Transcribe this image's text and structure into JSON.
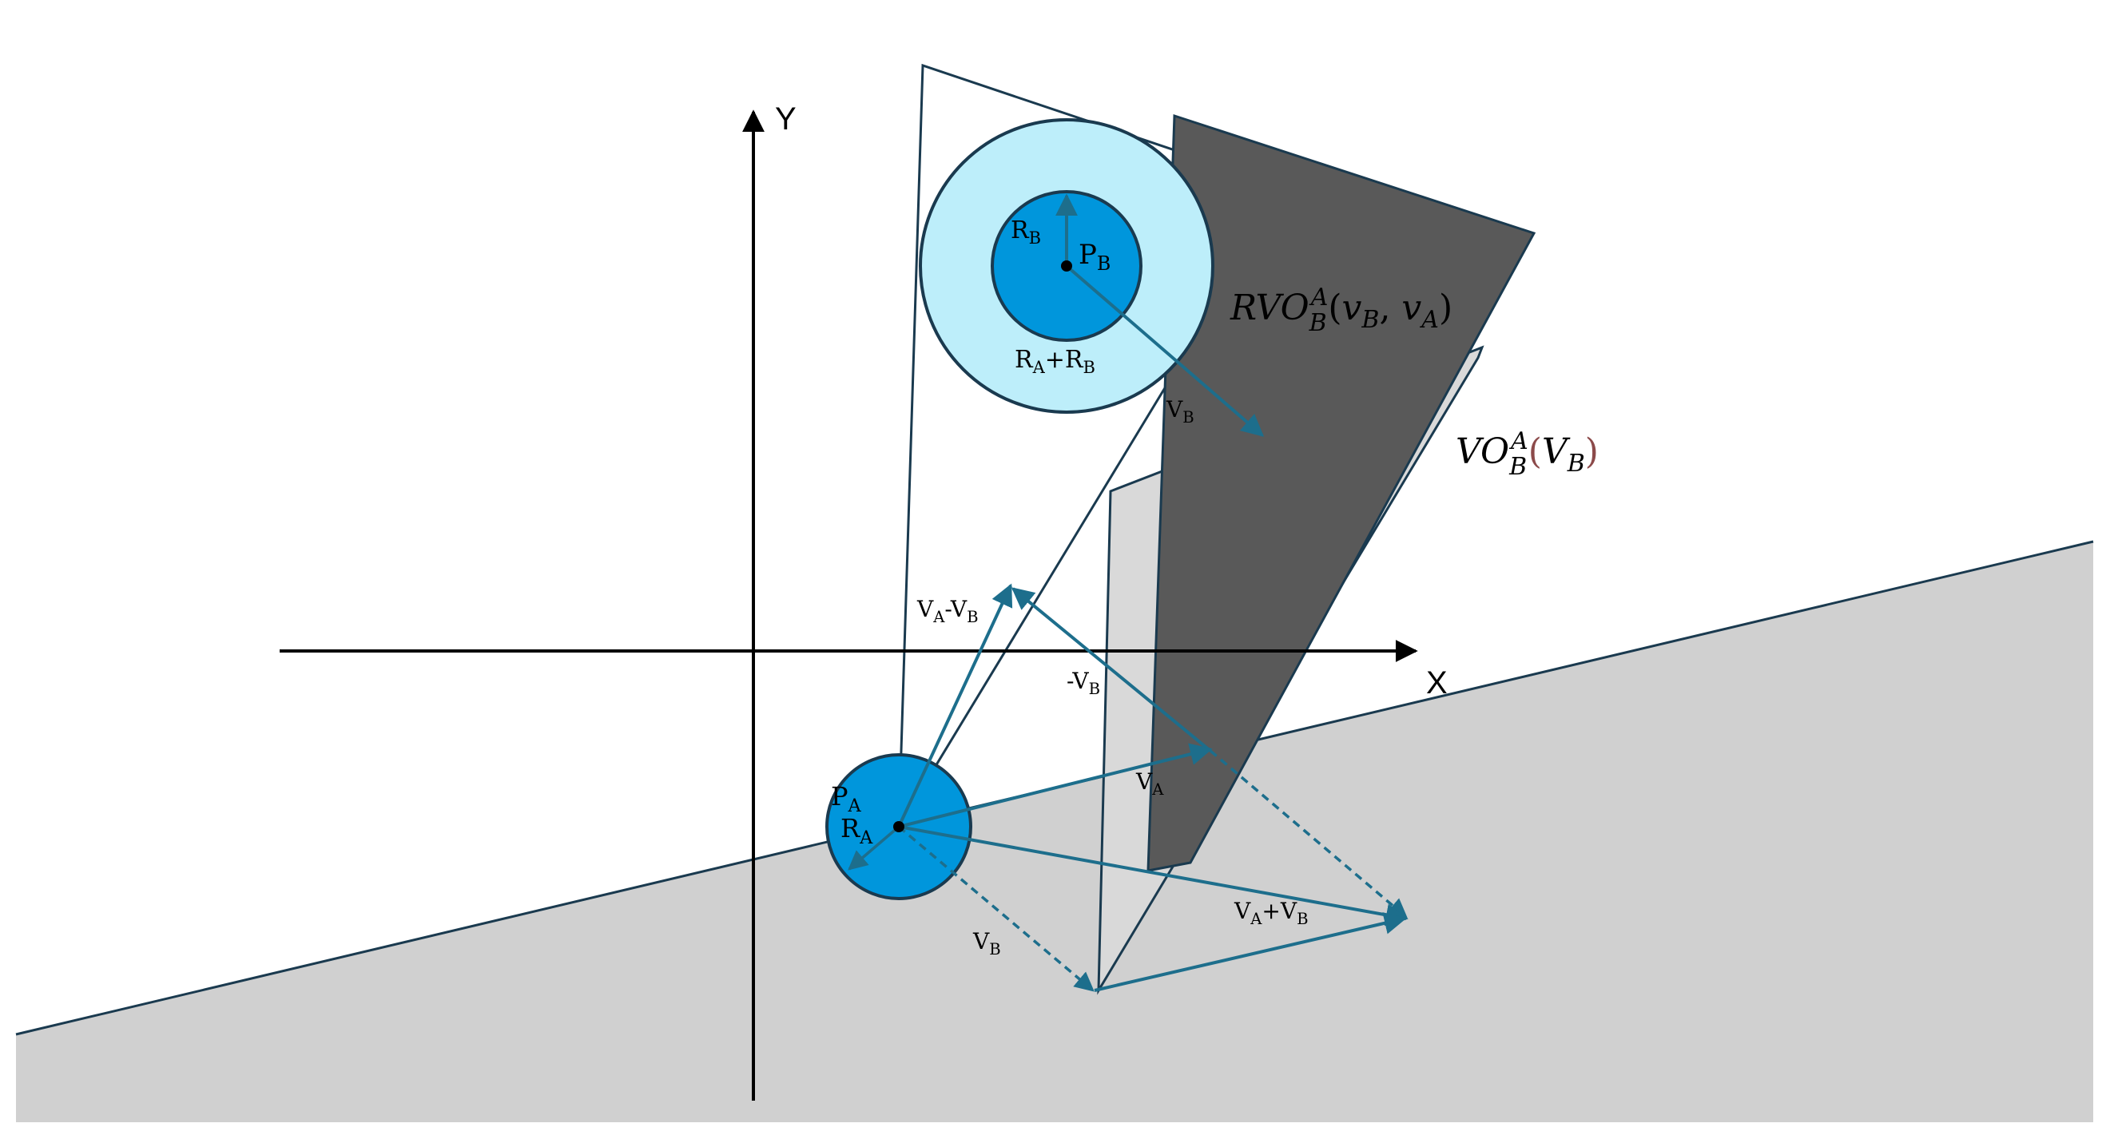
{
  "axes": {
    "x_label": "X",
    "y_label": "Y"
  },
  "labels": {
    "rb": {
      "main": "R",
      "sub": "B"
    },
    "pb": {
      "main": "P",
      "sub": "B"
    },
    "ra_plus_rb": {
      "p1": "R",
      "s1": "A",
      "op": "+",
      "p2": "R",
      "s2": "B"
    },
    "vb_top": {
      "main": "V",
      "sub": "B"
    },
    "va_minus_vb": {
      "p1": "V",
      "s1": "A",
      "op": "-",
      "p2": "V",
      "s2": "B"
    },
    "neg_vb": {
      "main": "-V",
      "sub": "B"
    },
    "va": {
      "main": "V",
      "sub": "A"
    },
    "pa": {
      "main": "P",
      "sub": "A"
    },
    "ra": {
      "main": "R",
      "sub": "A"
    },
    "vb_bottom": {
      "main": "V",
      "sub": "B"
    },
    "va_plus_vb": {
      "p1": "V",
      "s1": "A",
      "op": "+",
      "p2": "V",
      "s2": "B"
    }
  },
  "formulas": {
    "rvo": {
      "main": "RVO",
      "sub": "B",
      "sup": "A",
      "open": "(",
      "a1": "v",
      "a1sub": "B",
      "comma": ", ",
      "a2": "v",
      "a2sub": "A",
      "close": ")"
    },
    "vo": {
      "main": "VO",
      "sub": "B",
      "sup": "A",
      "open": "(",
      "a1": "V",
      "a1sub": "B",
      "close": ")"
    }
  },
  "colors": {
    "background": "#ffffff",
    "half_plane": "#d0d0d0",
    "rvo_cone": "#595959",
    "vo_cone_side": "#d9d9d9",
    "outer_circle": "#bdeefa",
    "inner_circle": "#0096dc",
    "vector_arrow": "#1d6e8c",
    "outline": "#1a3a4f",
    "axis": "#000000"
  }
}
